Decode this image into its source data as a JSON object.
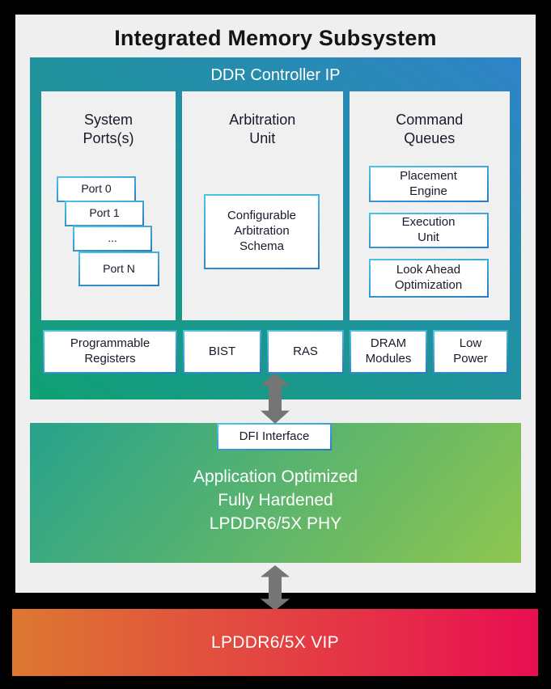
{
  "page": {
    "title": "Integrated Memory Subsystem"
  },
  "controller": {
    "title": "DDR Controller IP",
    "columns": [
      {
        "title": "System\nPorts(s)",
        "ports": [
          "Port 0",
          "Port 1",
          "...",
          "Port N"
        ]
      },
      {
        "title": "Arbitration\nUnit",
        "box": "Configurable\nArbitration\nSchema"
      },
      {
        "title": "Command\nQueues",
        "boxes": [
          "Placement\nEngine",
          "Execution\nUnit",
          "Look Ahead\nOptimization"
        ]
      }
    ],
    "bottom_row": [
      "Programmable\nRegisters",
      "BIST",
      "RAS",
      "DRAM\nModules",
      "Low\nPower"
    ]
  },
  "phy": {
    "interface_label": "DFI Interface",
    "label": "Application Optimized\nFully Hardened\nLPDDR6/5X PHY"
  },
  "vip": {
    "label": "LPDDR6/5X VIP"
  },
  "colors": {
    "canvas_bg": "#000000",
    "panel_bg": "#efefef",
    "controller_gradient_start": "#10a173",
    "controller_gradient_end": "#2f83c8",
    "phy_gradient_start": "#27a28c",
    "phy_gradient_end": "#8ec64f",
    "vip_gradient_start": "#dd7831",
    "vip_gradient_end": "#e90e52",
    "box_border_gradient_start": "#4cc5e3",
    "box_border_gradient_end": "#2a7ac3",
    "arrow": "#757575",
    "text_dark": "#1a1a2b",
    "text_light": "#ffffff"
  }
}
